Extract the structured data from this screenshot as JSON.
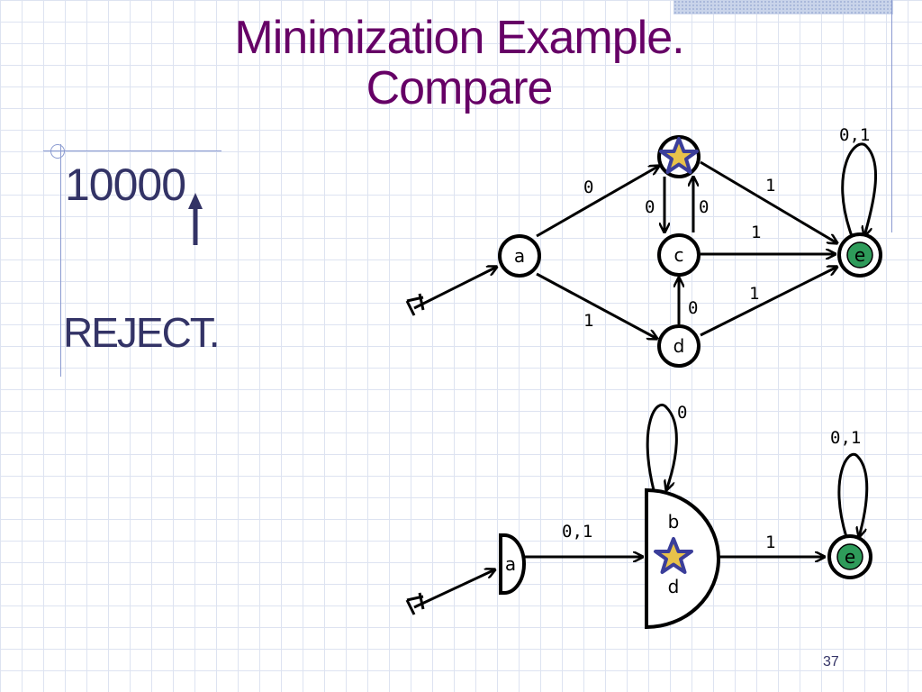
{
  "slide": {
    "title_line1": "Minimization Example.",
    "title_line2": "Compare",
    "input_string": "10000",
    "result": "REJECT.",
    "page_number": "37"
  },
  "colors": {
    "title": "#660066",
    "body_text": "#333366",
    "accept_state": "#2e9b5a",
    "star_fill": "#e8c24a",
    "star_outline": "#3b3e9a",
    "grid": "#dde3f1"
  },
  "top_dfa": {
    "states": {
      "a": "a",
      "c": "c",
      "d": "d",
      "e": "e"
    },
    "labels": {
      "a_to_b": "0",
      "a_to_d": "1",
      "b_to_c": "0",
      "c_to_b": "0",
      "b_to_e": "1",
      "c_to_e": "1",
      "d_to_c": "0",
      "d_to_e": "1",
      "e_loop": "0,1"
    }
  },
  "bottom_dfa": {
    "states": {
      "a": "a",
      "bd_top": "b",
      "bd_bottom": "d",
      "e": "e"
    },
    "labels": {
      "a_to_bd": "0,1",
      "bd_loop": "0",
      "bd_to_e": "1",
      "e_loop": "0,1"
    }
  }
}
